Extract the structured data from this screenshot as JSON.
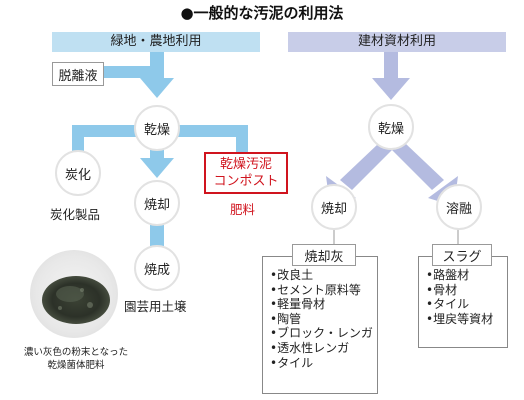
{
  "title": "●一般的な汚泥の利用法",
  "left_section": {
    "header": "緑地・農地利用",
    "dehydrated_liquid": "脱離液",
    "drying": "乾燥",
    "carbonization": "炭化",
    "carbonized_product": "炭化製品",
    "incineration": "焼却",
    "dried_compost_line1": "乾燥汚泥",
    "dried_compost_line2": "コンポスト",
    "fertilizer": "肥料",
    "calcination": "焼成",
    "horticultural_soil": "園芸用土壌",
    "photo_caption_line1": "濃い灰色の粉末となった",
    "photo_caption_line2": "乾燥菌体肥料"
  },
  "right_section": {
    "header": "建材資材利用",
    "drying": "乾燥",
    "incineration": "焼却",
    "melting": "溶融",
    "ash_label": "焼却灰",
    "slag_label": "スラグ",
    "ash_uses": [
      "•改良土",
      "•セメント原料等",
      "•軽量骨材",
      "•陶管",
      "•ブロック・レンガ",
      "•透水性レンガ",
      "•タイル"
    ],
    "slag_uses": [
      "•路盤材",
      "•骨材",
      "•タイル",
      "•埋戻等資材"
    ]
  },
  "colors": {
    "light_blue_band": "#bfe0f2",
    "lavender_band": "#c8cde8",
    "left_arrow": "#8ec9ea",
    "right_arrow": "#b4bbe0",
    "highlight_red": "#d0141e"
  }
}
